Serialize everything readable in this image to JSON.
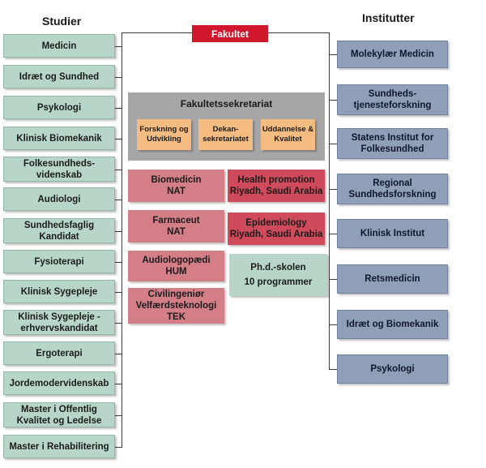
{
  "headings": {
    "studies": "Studier",
    "institutes": "Institutter"
  },
  "faculty": {
    "label": "Fakultet",
    "color": "#d0172c"
  },
  "secretariat": {
    "title": "Fakultetssekretariat",
    "units": [
      {
        "label": "Forskning og Udvikling"
      },
      {
        "label": "Dekan-\nsekretariatet"
      },
      {
        "label": "Uddannelse & Kvalitet"
      }
    ]
  },
  "studies": [
    {
      "label": "Medicin"
    },
    {
      "label": "Idræt og Sundhed"
    },
    {
      "label": "Psykologi"
    },
    {
      "label": "Klinisk Biomekanik"
    },
    {
      "label": "Folkesundheds-\nvidenskab"
    },
    {
      "label": "Audiologi"
    },
    {
      "label": "Sundhedsfaglig Kandidat"
    },
    {
      "label": "Fysioterapi"
    },
    {
      "label": "Klinisk Sygepleje"
    },
    {
      "label": "Klinisk Sygepleje - erhvervskandidat"
    },
    {
      "label": "Ergoterapi"
    },
    {
      "label": "Jordemodervidenskab"
    },
    {
      "label": "Master i Offentlig Kvalitet og Ledelse"
    },
    {
      "label": "Master i Rehabilitering"
    }
  ],
  "centers_left": [
    {
      "label": "Biomedicin\nNAT"
    },
    {
      "label": "Farmaceut\nNAT"
    },
    {
      "label": "Audiologopædi\nHUM"
    },
    {
      "label": "Civilingeniør Velfærdsteknologi\nTEK"
    }
  ],
  "centers_right": [
    {
      "label": "Health promotion\nRiyadh, Saudi Arabia"
    },
    {
      "label": "Epidemiology\nRiyadh, Saudi Arabia"
    }
  ],
  "phd": {
    "label": "Ph.d.-skolen\n10 programmer"
  },
  "institutes": [
    {
      "label": "Molekylær Medicin"
    },
    {
      "label": "Sundheds-\ntjenesteforskning"
    },
    {
      "label": "Statens Institut for Folkesundhed"
    },
    {
      "label": "Regional Sundhedsforskning"
    },
    {
      "label": "Klinisk Institut"
    },
    {
      "label": "Retsmedicin"
    },
    {
      "label": "Idræt og Biomekanik"
    },
    {
      "label": "Psykologi"
    }
  ]
}
